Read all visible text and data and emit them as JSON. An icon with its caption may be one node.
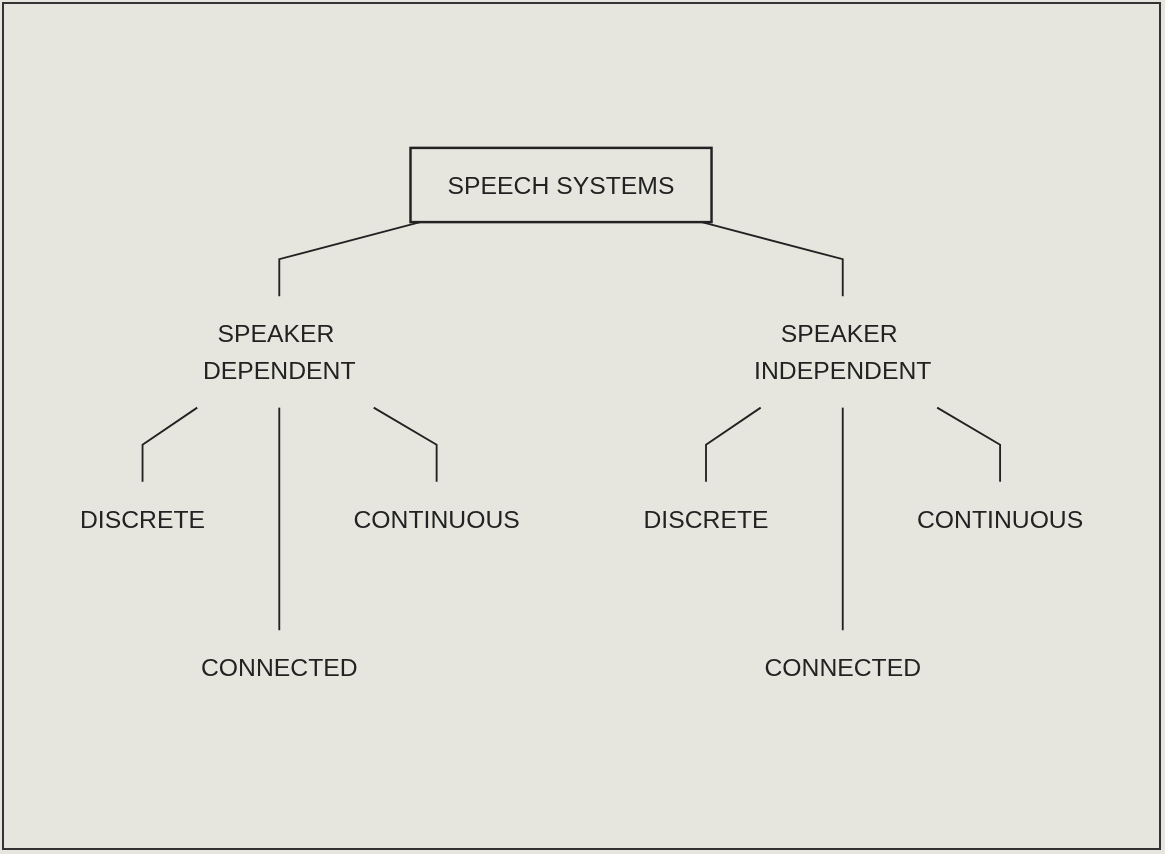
{
  "diagram": {
    "nodes": [
      {
        "text": [
          "SPEECH SYSTEMS"
        ]
      },
      {
        "text": [
          "SPEAKER DEPENDENT"
        ]
      },
      {
        "text": [
          "SPEAKER INDEPENDENT"
        ]
      },
      {
        "text": [
          "DISCRETE"
        ]
      },
      {
        "text": [
          "CONTINUOUS"
        ]
      },
      {
        "text": [
          "DISCRETE"
        ]
      },
      {
        "text": [
          "CONTINUOUS"
        ]
      },
      {
        "text": [
          "CONNECTED"
        ]
      },
      {
        "text": [
          "CONNECTED"
        ]
      }
    ],
    "edges": [
      {
        "from": 0,
        "to": 1,
        "arrow": "none"
      },
      {
        "from": 0,
        "to": 2,
        "arrow": "none"
      },
      {
        "from": 1,
        "to": 3,
        "arrow": "none"
      },
      {
        "from": 1,
        "to": 7,
        "arrow": "none"
      },
      {
        "from": 1,
        "to": 4,
        "arrow": "none"
      },
      {
        "from": 2,
        "to": 5,
        "arrow": "none"
      },
      {
        "from": 2,
        "to": 8,
        "arrow": "none"
      },
      {
        "from": 2,
        "to": 6,
        "arrow": "none"
      }
    ]
  }
}
